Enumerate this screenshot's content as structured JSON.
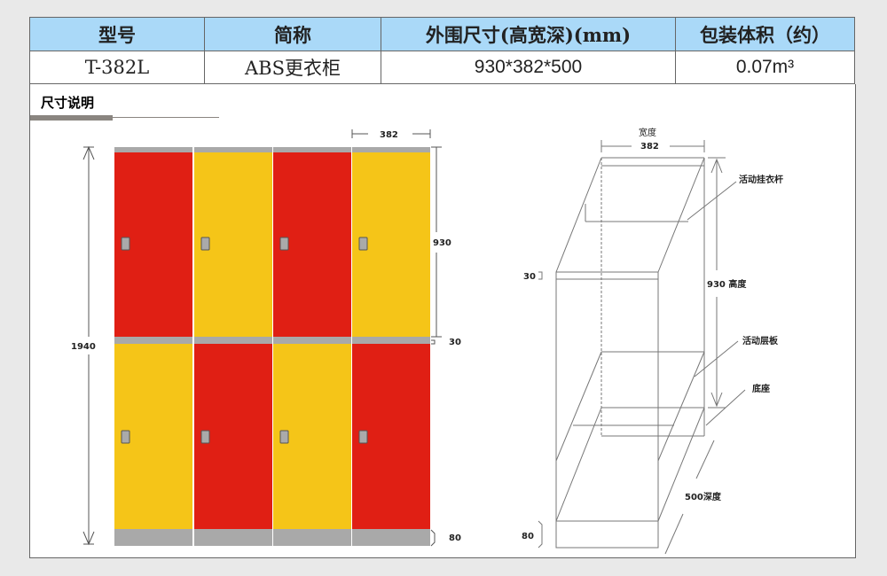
{
  "table": {
    "headers": [
      "型号",
      "简称",
      "外围尺寸(高宽深)(mm)",
      "包装体积（约）"
    ],
    "row": [
      "T-382L",
      "ABS更衣柜",
      "930*382*500",
      "0.07m³"
    ]
  },
  "section_title": "尺寸说明",
  "front_view": {
    "width_label": "382",
    "height_label": "930",
    "total_height_label": "1940",
    "divider_label": "30",
    "base_label": "80",
    "colors": {
      "red": "#e01f14",
      "yellow": "#f5c518",
      "frame": "#a9a9a9"
    },
    "top_row": [
      "red",
      "yellow",
      "red",
      "yellow"
    ],
    "bottom_row": [
      "yellow",
      "red",
      "yellow",
      "red"
    ]
  },
  "iso_view": {
    "width_title": "宽度",
    "width_value": "382",
    "top_label": "30",
    "height_label": "930 高度",
    "depth_label": "500深度",
    "base_label": "80",
    "callouts": [
      "活动挂衣杆",
      "活动层板",
      "底座"
    ]
  }
}
